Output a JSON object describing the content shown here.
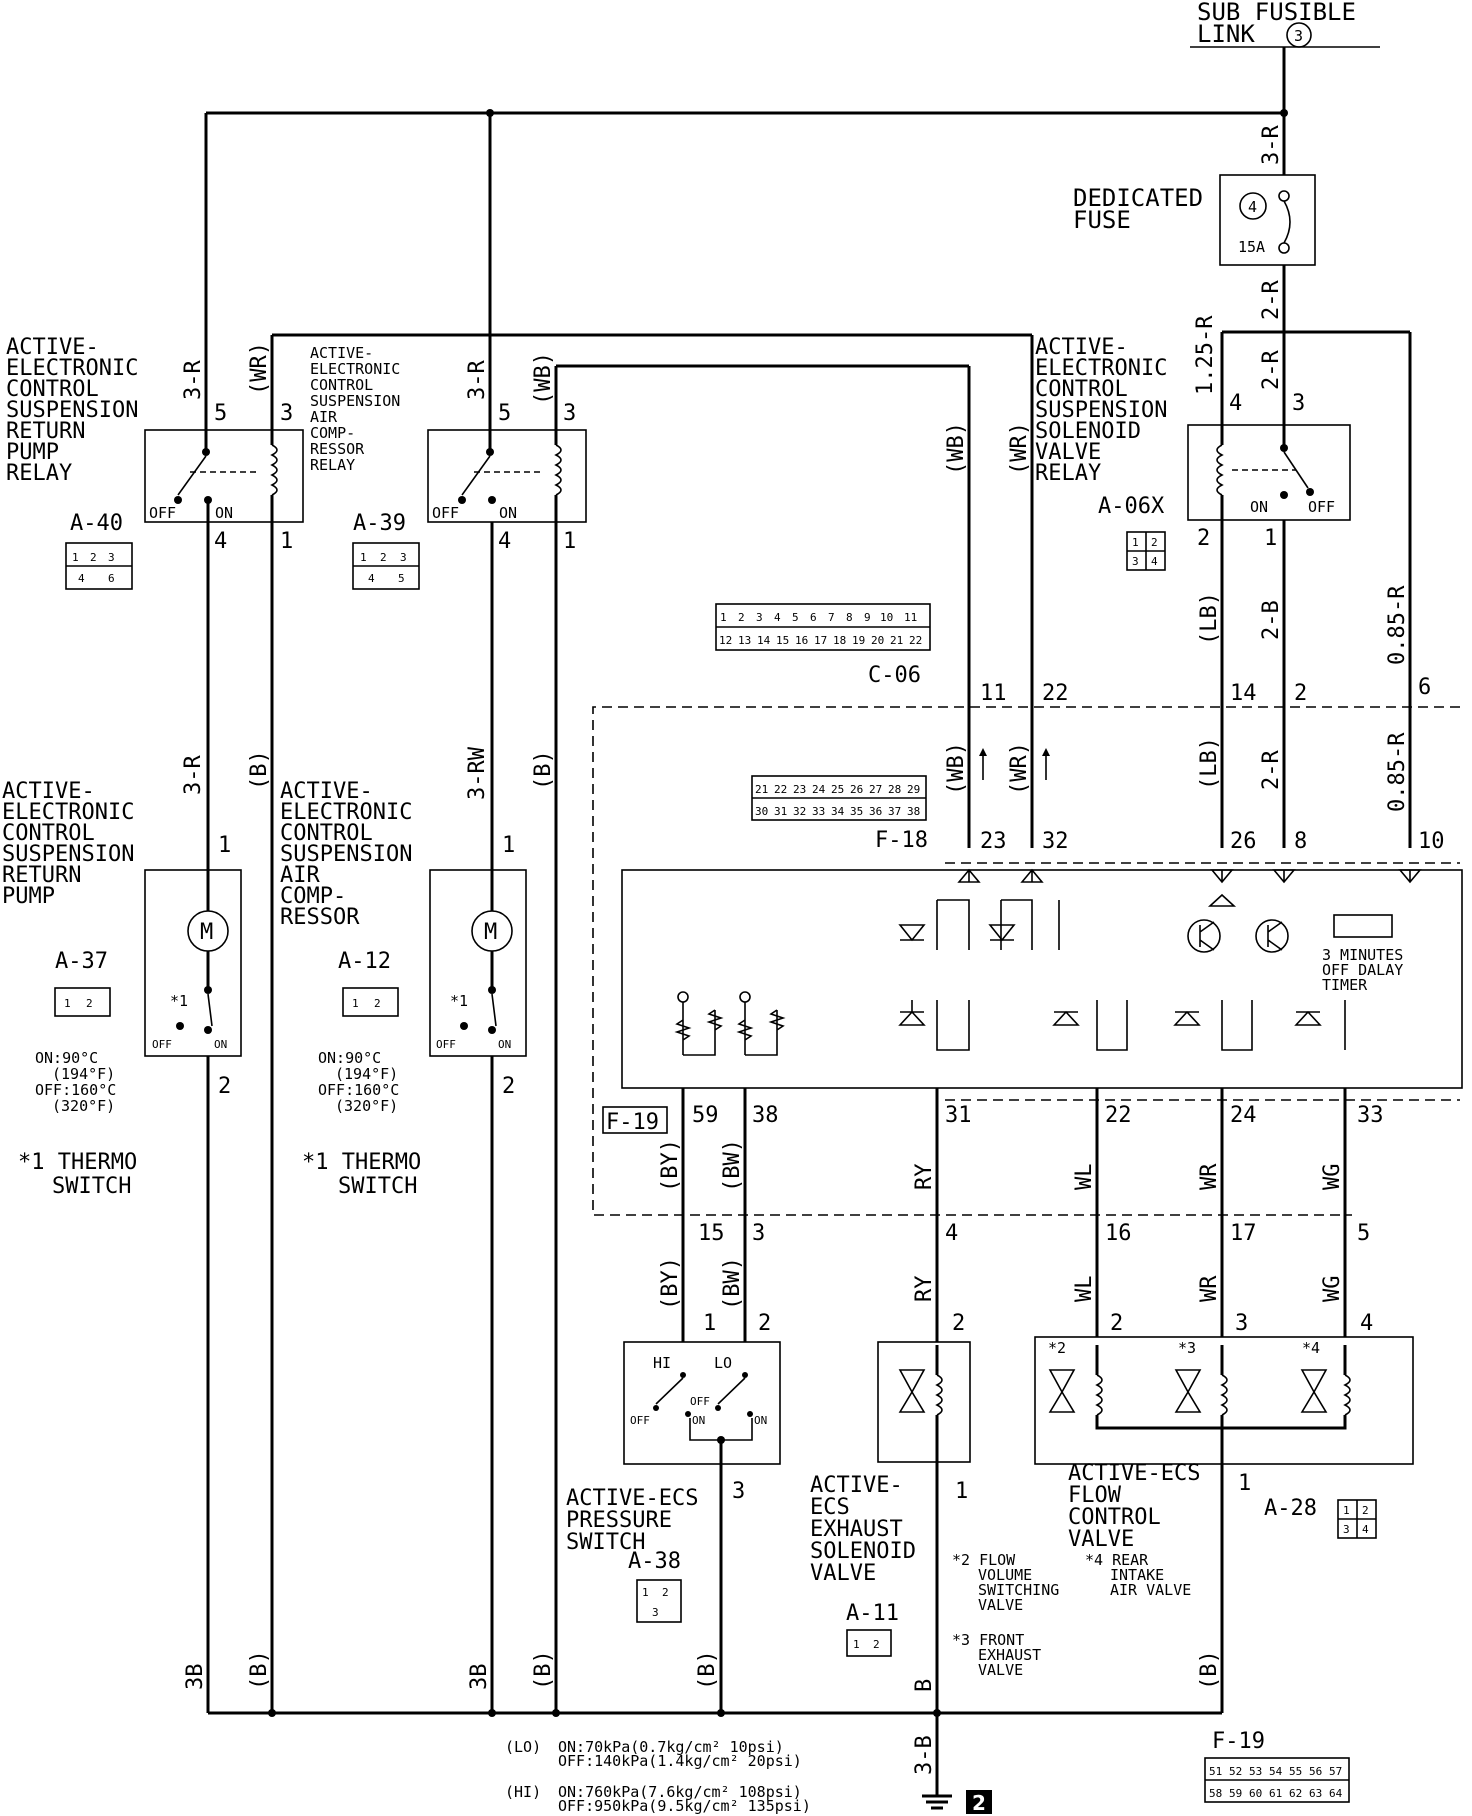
{
  "source": {
    "title": [
      "SUB FUSIBLE",
      "LINK"
    ],
    "number": "3"
  },
  "fuse": {
    "label": [
      "DEDICATED",
      "FUSE"
    ],
    "number": "4",
    "rating": "15A"
  },
  "wires": {
    "w3R": "3-R",
    "w2R": "2-R",
    "w125R": "1.25-R",
    "w085R": "0.85-R",
    "wWR": "(WR)",
    "wWB": "(WB)",
    "wB": "(B)",
    "w3RW": "3-RW",
    "wLB": "(LB)",
    "w2B": "2-B",
    "wBY": "(BY)",
    "wBW": "(BW)",
    "wRY": "RY",
    "wWL": "WL",
    "wWR2": "WR",
    "wWG": "WG",
    "w3B": "3B",
    "wBplain": "B",
    "w3Bdash": "3-B"
  },
  "relays": {
    "return_pump": {
      "lines": [
        "ACTIVE-",
        "ELECTRONIC",
        "CONTROL",
        "SUSPENSION",
        "RETURN",
        "PUMP",
        "RELAY"
      ],
      "connector": "A-40",
      "pins": [
        "5",
        "3",
        "4",
        "1"
      ],
      "cells": [
        "1",
        "2",
        "3",
        "4",
        "6"
      ]
    },
    "air_comp": {
      "lines": [
        "ACTIVE-",
        "ELECTRONIC",
        "CONTROL",
        "SUSPENSION",
        "AIR",
        "COMP-",
        "RESSOR",
        "RELAY"
      ],
      "connector": "A-39",
      "pins": [
        "5",
        "3",
        "4",
        "1"
      ],
      "cells": [
        "1",
        "2",
        "3",
        "4",
        "5"
      ]
    },
    "solenoid_valve": {
      "lines": [
        "ACTIVE-",
        "ELECTRONIC",
        "CONTROL",
        "SUSPENSION",
        "SOLENOID",
        "VALVE",
        "RELAY"
      ],
      "connector": "A-06X",
      "pins": [
        "4",
        "3",
        "2",
        "1"
      ],
      "cells": [
        "1",
        "2",
        "3",
        "4"
      ]
    },
    "off": "OFF",
    "on": "ON"
  },
  "motors": {
    "return_pump": {
      "lines": [
        "ACTIVE-",
        "ELECTRONIC",
        "CONTROL",
        "SUSPENSION",
        "RETURN",
        "PUMP"
      ],
      "connector": "A-37",
      "pins": [
        "1",
        "2"
      ]
    },
    "air_comp": {
      "lines": [
        "ACTIVE-",
        "ELECTRONIC",
        "CONTROL",
        "SUSPENSION",
        "AIR",
        "COMP-",
        "RESSOR"
      ],
      "connector": "A-12",
      "pins": [
        "1",
        "2"
      ]
    },
    "motor_symbol": "M",
    "thermo_mark": "*1",
    "temp": [
      "ON:90°C",
      "(194°F)",
      "OFF:160°C",
      "(320°F)"
    ],
    "thermo_note": [
      "*1 THERMO",
      "SWITCH"
    ]
  },
  "ecu": {
    "c06": {
      "name": "C-06",
      "row1": [
        "1",
        "2",
        "3",
        "4",
        "5",
        "6",
        "7",
        "8",
        "9",
        "10",
        "11"
      ],
      "row2": [
        "12",
        "13",
        "14",
        "15",
        "16",
        "17",
        "18",
        "19",
        "20",
        "21",
        "22"
      ]
    },
    "f18": {
      "name": "F-18",
      "row1": [
        "21",
        "22",
        "23",
        "24",
        "25",
        "26",
        "27",
        "28",
        "29"
      ],
      "row2": [
        "30",
        "31",
        "32",
        "33",
        "34",
        "35",
        "36",
        "37",
        "38"
      ]
    },
    "top_pins": [
      "11",
      "22",
      "14",
      "2",
      "6"
    ],
    "mid_pins": [
      "23",
      "32",
      "26",
      "8",
      "10"
    ],
    "bottom_pins": [
      "59",
      "38",
      "31",
      "22",
      "24",
      "33"
    ],
    "f19": "F-19",
    "timer": [
      "3 MINUTES",
      "OFF DALAY",
      "TIMER"
    ]
  },
  "junction_pins": [
    "15",
    "3",
    "4",
    "16",
    "17",
    "5"
  ],
  "pressure_switch": {
    "lines": [
      "ACTIVE-ECS",
      "PRESSURE",
      "SWITCH"
    ],
    "connector": "A-38",
    "pins": [
      "1",
      "2",
      "3"
    ],
    "hi": "HI",
    "lo": "LO",
    "off": "OFF",
    "on": "ON",
    "cells": [
      "1",
      "2",
      "3"
    ]
  },
  "exhaust_valve": {
    "lines": [
      "ACTIVE-",
      "ECS",
      "EXHAUST",
      "SOLENOID",
      "VALVE"
    ],
    "connector": "A-11",
    "pins": [
      "2",
      "1"
    ],
    "cells": [
      "1",
      "2"
    ]
  },
  "flow_valve": {
    "lines": [
      "ACTIVE-ECS",
      "FLOW",
      "CONTROL",
      "VALVE"
    ],
    "connector": "A-28",
    "pins": [
      "2",
      "3",
      "4",
      "1"
    ],
    "marks": [
      "*2",
      "*3",
      "*4"
    ],
    "cells": [
      "1",
      "2",
      "3",
      "4"
    ]
  },
  "notes": {
    "n2": [
      "*2 FLOW",
      "VOLUME",
      "SWITCHING",
      "VALVE"
    ],
    "n3": [
      "*3 FRONT",
      "EXHAUST",
      "VALVE"
    ],
    "n4": [
      "*4 REAR",
      "INTAKE",
      "AIR VALVE"
    ]
  },
  "pressure_spec": {
    "lo_tag": "(LO)",
    "lo_on": "ON:70kPa(0.7kg/cm² 10psi)",
    "lo_off": "OFF:140kPa(1.4kg/cm² 20psi)",
    "hi_tag": "(HI)",
    "hi_on": "ON:760kPa(7.6kg/cm² 108psi)",
    "hi_off": "OFF:950kPa(9.5kg/cm² 135psi)"
  },
  "ground": {
    "number": "2"
  },
  "f19_connector": {
    "name": "F-19",
    "row1": [
      "51",
      "52",
      "53",
      "54",
      "55",
      "56",
      "57"
    ],
    "row2": [
      "58",
      "59",
      "60",
      "61",
      "62",
      "63",
      "64"
    ]
  }
}
